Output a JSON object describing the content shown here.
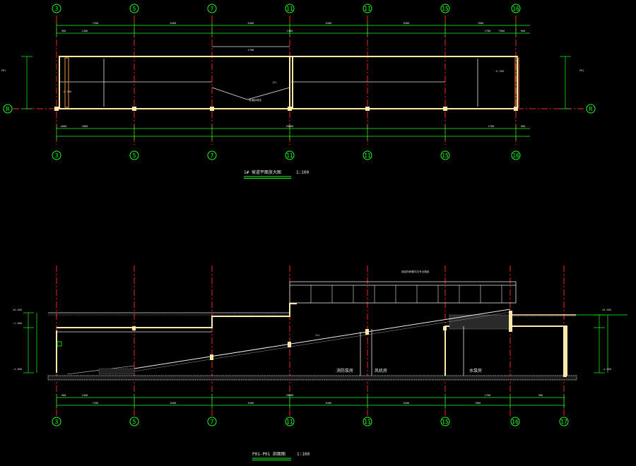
{
  "colors": {
    "background": "#000000",
    "grid_line": "#ff2222",
    "grid_bubble": "#19ff19",
    "dimension": "#19ff19",
    "wall": "#ffe9a8",
    "text": "#eaeaea"
  },
  "plan": {
    "title": "1# 坡道平面放大图",
    "scale": "1:100",
    "top_axes": [
      "3",
      "5",
      "7",
      "11",
      "11",
      "15",
      "16"
    ],
    "bottom_axes": [
      "3",
      "5",
      "7",
      "11",
      "11",
      "15",
      "16"
    ],
    "row_axis": "R",
    "section_mark": "P01",
    "dims_top_outer": [
      "7200",
      "8400",
      "8400",
      "8400",
      "8400",
      "7800"
    ],
    "dims_top_inner": [
      "900",
      "2400",
      "2700",
      "2400",
      "2700",
      "7800",
      "900"
    ],
    "dims_bottom": [
      "4000",
      "2800",
      "28800",
      "2700",
      "900"
    ],
    "slope_note": "坡道起坡线",
    "elev_left": "-0.300",
    "elev_right": "-0.300",
    "slope_label": "12%"
  },
  "section": {
    "title": "P01-P01 剖面图",
    "scale": "1:100",
    "bottom_axes": [
      "3",
      "5",
      "7",
      "11",
      "11",
      "15",
      "16",
      "17"
    ],
    "dims_bottom_outer": [
      "7200",
      "8400",
      "8400",
      "8400",
      "8400",
      "7800"
    ],
    "dims_bottom_inner": [
      "900",
      "2400",
      "28800",
      "2700",
      "900"
    ],
    "elev_top_left": "±0.000",
    "elev_mid_left": "-2.800",
    "elev_low_left": "-4.800",
    "elev_right_top": "±0.000",
    "elev_right_low": "-4.800",
    "slope_label": "12%",
    "rooms": [
      "消防泵房",
      "风机房",
      "水泵房"
    ],
    "canopy_note": "钢结构雨棚详见专业图纸"
  }
}
